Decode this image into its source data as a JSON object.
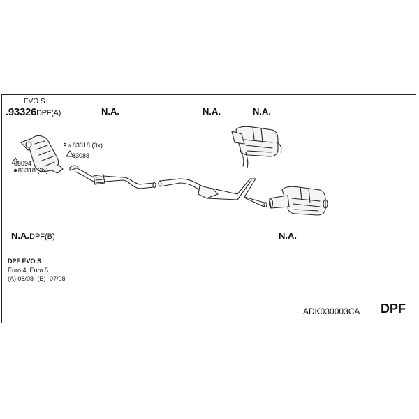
{
  "diagram": {
    "variant_label": "EVO S",
    "main_part": {
      "number": ".93326",
      "suffix": "DPF(A)"
    },
    "na_labels": [
      "N.A.",
      "N.A.",
      "N.A."
    ],
    "na_dpf_b": {
      "text": "N.A.",
      "suffix": "DPF(B)"
    },
    "na_right": "N.A.",
    "part_labels": [
      {
        "marker": "8",
        "text": "83318 (3x)"
      },
      {
        "marker": "",
        "text": "83088"
      },
      {
        "marker": "",
        "text": "83094"
      },
      {
        "marker": "8",
        "text": "83318 (3x)"
      }
    ],
    "info": {
      "line1": "DPF EVO S",
      "line2": "Euro 4, Euro 5",
      "line3": "(A) 08/08- (B) -07/08"
    },
    "kit_code": "ADK030003CA",
    "kit_type": "DPF"
  },
  "colors": {
    "line": "#222222",
    "fill": "#f4f4f4",
    "text": "#111111"
  }
}
